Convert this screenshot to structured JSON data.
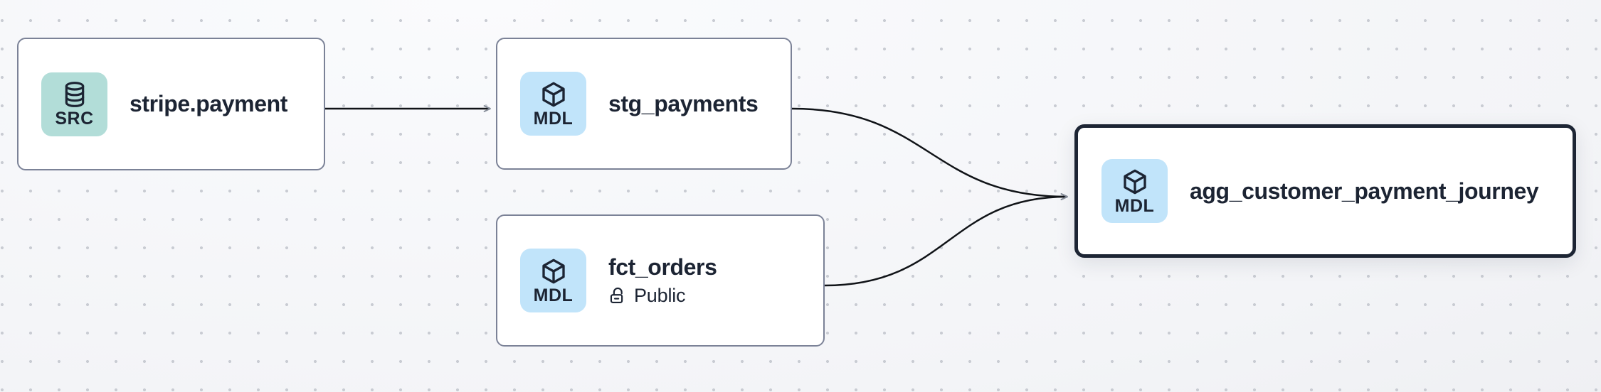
{
  "canvas": {
    "background_color": "#f3f4f7",
    "dot_color": "#c9ccd3",
    "edge_color": "#101317",
    "arrowhead_color": "#868d99",
    "node_border_color": "#7b8297",
    "selected_border_color": "#1d2534",
    "node_fill": "#ffffff",
    "text_color": "#1c2433",
    "source_badge_color": "#b2ddd8",
    "model_badge_color": "#c1e4fa"
  },
  "nodes": [
    {
      "id": "stripe.payment",
      "label": "stripe.payment",
      "badge": "SRC",
      "badge_color": "#b2ddd8",
      "icon": "database-icon",
      "selected": false
    },
    {
      "id": "stg_payments",
      "label": "stg_payments",
      "badge": "MDL",
      "badge_color": "#c1e4fa",
      "icon": "cube-icon",
      "selected": false
    },
    {
      "id": "fct_orders",
      "label": "fct_orders",
      "badge": "MDL",
      "badge_color": "#c1e4fa",
      "icon": "cube-icon",
      "access": "Public",
      "access_icon": "lock-open-icon",
      "selected": false
    },
    {
      "id": "agg_customer_payment_journey",
      "label": "agg_customer_payment_journey",
      "badge": "MDL",
      "badge_color": "#c1e4fa",
      "icon": "cube-icon",
      "selected": true
    }
  ],
  "edges": [
    {
      "from": "stripe.payment",
      "to": "stg_payments"
    },
    {
      "from": "stg_payments",
      "to": "agg_customer_payment_journey"
    },
    {
      "from": "fct_orders",
      "to": "agg_customer_payment_journey"
    }
  ]
}
